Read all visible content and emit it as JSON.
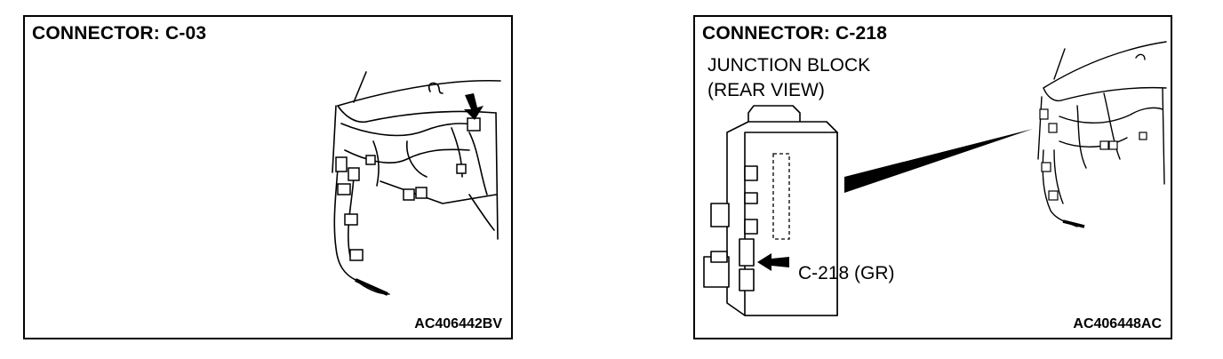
{
  "panels": [
    {
      "title": "CONNECTOR: C-03",
      "figure_code": "AC406442BV"
    },
    {
      "title": "CONNECTOR: C-218",
      "subtitle_line1": "JUNCTION BLOCK",
      "subtitle_line2": "(REAR VIEW)",
      "callout": "C-218 (GR)",
      "figure_code": "AC406448AC"
    }
  ]
}
